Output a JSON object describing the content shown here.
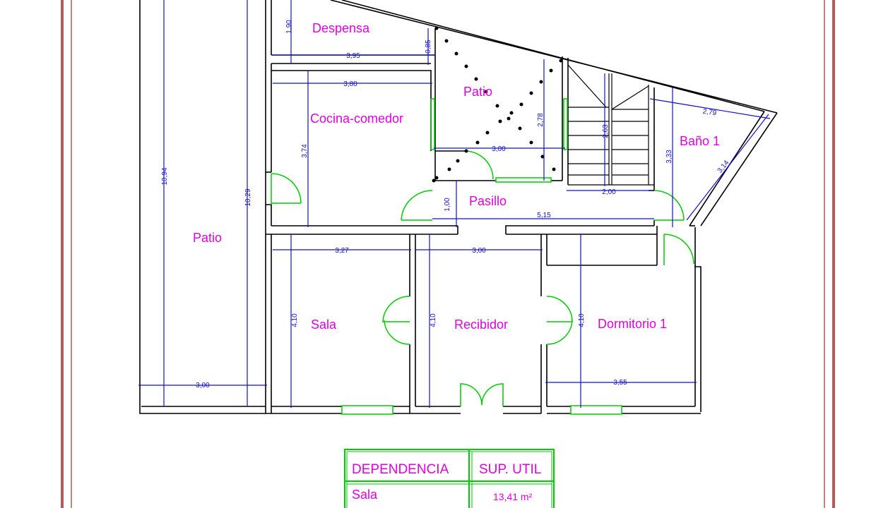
{
  "colors": {
    "frame": "#b35a5a",
    "wall": "#000000",
    "dimension": "#1010d0",
    "room_label": "#e000e0",
    "door_window": "#00cc00"
  },
  "rooms": {
    "despensa": "Despensa",
    "patio_interior": "Patio",
    "cocina_comedor": "Cocina-comedor",
    "bano_1": "Baño 1",
    "pasillo": "Pasillo",
    "patio_exterior": "Patio",
    "sala": "Sala",
    "recibidor": "Recibidor",
    "dormitorio_1": "Dormitorio 1"
  },
  "dimensions": {
    "despensa_height": "1,90",
    "despensa_width": "3,95",
    "patio_notch": "0,85",
    "cocina_width": "3,80",
    "cocina_height": "3,74",
    "patio_interior_height": "2,78",
    "patio_interior_width": "3,00",
    "stairs_height": "2,63",
    "stairs_width": "2,00",
    "bano_height": "3,33",
    "bano_top": "2,79",
    "bano_diagonal": "3,14",
    "pasillo_height": "1,00",
    "pasillo_width": "5,15",
    "patio_height_outer": "10,94",
    "patio_height_inner": "10,29",
    "patio_width": "3,00",
    "sala_width": "3,27",
    "sala_height": "4,10",
    "recibidor_width": "3,00",
    "recibidor_height": "4,10",
    "dormitorio_height": "4,10",
    "dormitorio_width": "3,55"
  },
  "surface_table": {
    "headers": [
      "DEPENDENCIA",
      "SUP. UTIL"
    ],
    "rows": [
      {
        "name": "Sala",
        "area": "13,41 m²"
      }
    ]
  }
}
